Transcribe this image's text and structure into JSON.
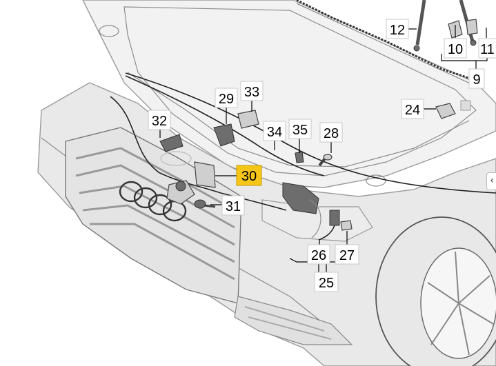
{
  "callouts": [
    {
      "id": "12",
      "text": "12"
    },
    {
      "id": "10",
      "text": "10"
    },
    {
      "id": "11",
      "text": "11"
    },
    {
      "id": "9",
      "text": "9"
    },
    {
      "id": "24",
      "text": "24"
    },
    {
      "id": "33",
      "text": "33"
    },
    {
      "id": "29",
      "text": "29"
    },
    {
      "id": "32",
      "text": "32"
    },
    {
      "id": "34",
      "text": "34"
    },
    {
      "id": "35",
      "text": "35"
    },
    {
      "id": "28",
      "text": "28"
    },
    {
      "id": "30",
      "text": "30",
      "highlight": true
    },
    {
      "id": "31",
      "text": "31"
    },
    {
      "id": "26",
      "text": "26"
    },
    {
      "id": "27",
      "text": "27"
    },
    {
      "id": "25",
      "text": "25"
    }
  ],
  "nav_arrow_glyph": "‹",
  "colors": {
    "highlight": "#f5c518",
    "line": "#000000",
    "body_fill": "#f2f2f2"
  }
}
